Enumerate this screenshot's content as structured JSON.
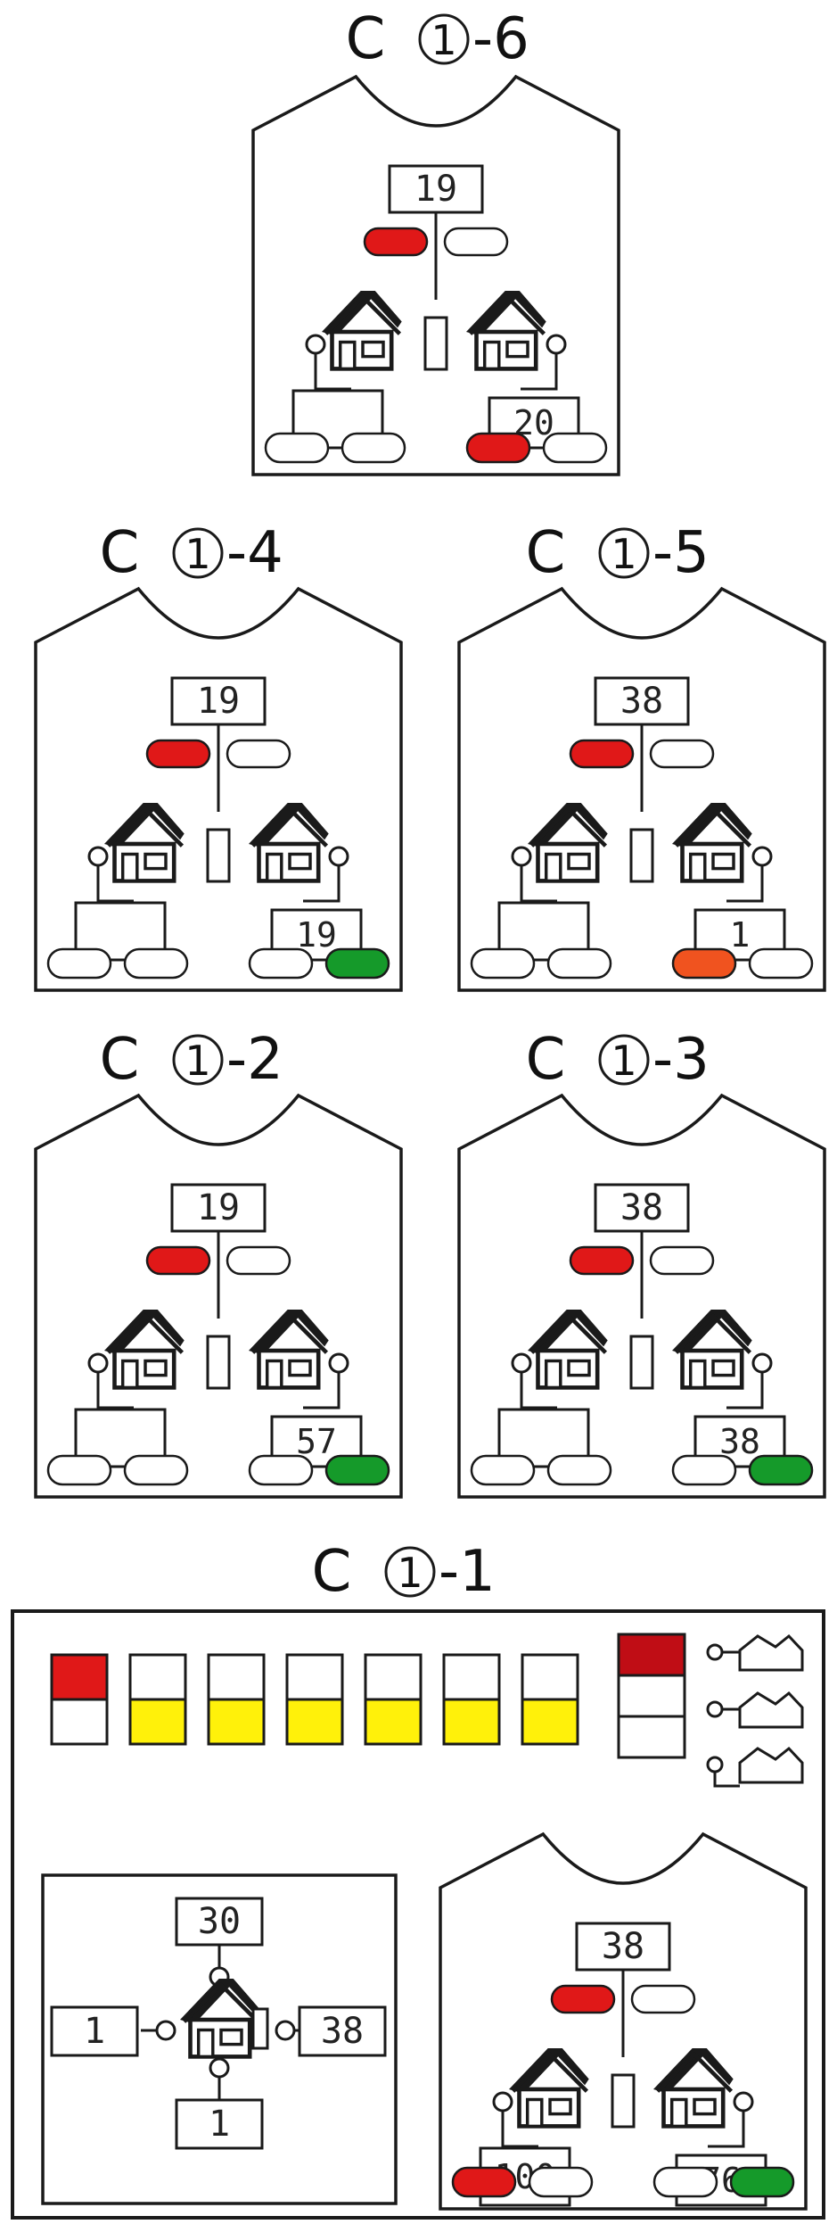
{
  "colors": {
    "red": "#e01818",
    "green": "#159a2a",
    "orange": "#f0531f",
    "yellow": "#fff10a",
    "dark_red": "#c00d15",
    "line": "#1a1a1a"
  },
  "panels": {
    "p6": {
      "prefix": "C",
      "num": "1",
      "suffix": "-6",
      "top_value": "19",
      "left_value": "",
      "right_value": "20",
      "top_pills": [
        "red",
        "off"
      ],
      "bottom_pills": [
        "off",
        "off",
        "red",
        "off"
      ]
    },
    "p4": {
      "prefix": "C",
      "num": "1",
      "suffix": "-4",
      "top_value": "19",
      "left_value": "",
      "right_value": "19",
      "top_pills": [
        "red",
        "off"
      ],
      "bottom_pills": [
        "off",
        "off",
        "off",
        "green"
      ]
    },
    "p5": {
      "prefix": "C",
      "num": "1",
      "suffix": "-5",
      "top_value": "38",
      "left_value": "",
      "right_value": "1",
      "top_pills": [
        "red",
        "off"
      ],
      "bottom_pills": [
        "off",
        "off",
        "orange",
        "off"
      ]
    },
    "p2": {
      "prefix": "C",
      "num": "1",
      "suffix": "-2",
      "top_value": "19",
      "left_value": "",
      "right_value": "57",
      "top_pills": [
        "red",
        "off"
      ],
      "bottom_pills": [
        "off",
        "off",
        "off",
        "green"
      ]
    },
    "p3": {
      "prefix": "C",
      "num": "1",
      "suffix": "-3",
      "top_value": "38",
      "left_value": "",
      "right_value": "38",
      "top_pills": [
        "red",
        "off"
      ],
      "bottom_pills": [
        "off",
        "off",
        "off",
        "green"
      ]
    },
    "p1": {
      "prefix": "C",
      "num": "1",
      "suffix": "-1",
      "bars": [
        {
          "top": "red",
          "bottom": "white"
        },
        {
          "top": "white",
          "bottom": "yellow"
        },
        {
          "top": "white",
          "bottom": "yellow"
        },
        {
          "top": "white",
          "bottom": "yellow"
        },
        {
          "top": "white",
          "bottom": "yellow"
        },
        {
          "top": "white",
          "bottom": "yellow"
        },
        {
          "top": "white",
          "bottom": "yellow"
        }
      ],
      "stack": [
        "dark_red",
        "white",
        "white"
      ],
      "network": {
        "top": "30",
        "left": "1",
        "right": "38",
        "bottom": "1"
      },
      "shirt": {
        "top_value": "38",
        "left_value": "100",
        "right_value": "76",
        "top_pills": [
          "red",
          "off"
        ],
        "bottom_pills": [
          "red",
          "off",
          "off",
          "green"
        ]
      }
    }
  }
}
